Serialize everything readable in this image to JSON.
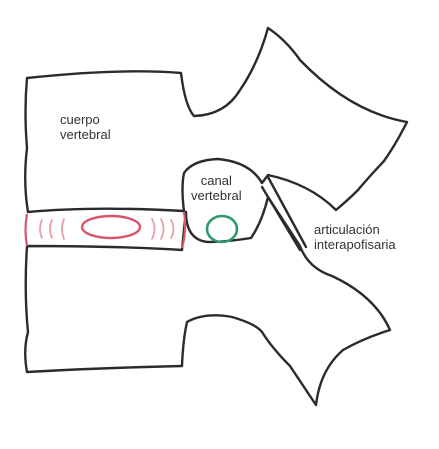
{
  "labels": {
    "vertebral_body": [
      "cuerpo",
      "vertebral"
    ],
    "spinal_canal": [
      "canal",
      "vertebral"
    ],
    "facet_joint": [
      "articulación",
      "interapofisaria"
    ]
  },
  "colors": {
    "outline": "#2b2b2b",
    "disc": "#d9556a",
    "disc_fibers": "#e8a0a8",
    "canal_circle": "#2e9a6a",
    "background": "#ffffff"
  }
}
